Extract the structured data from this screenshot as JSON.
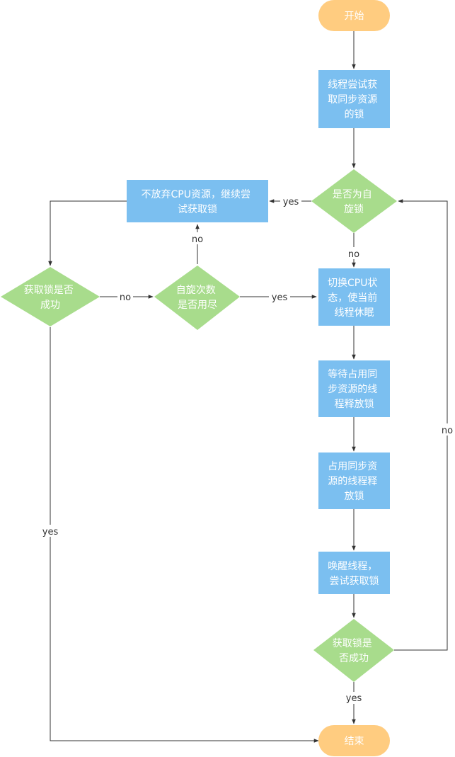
{
  "colors": {
    "terminal": "#FFCC80",
    "process": "#7BBFF0",
    "decision": "#A8DC8C",
    "line": "#333333",
    "node_text": "#FFFFFF",
    "edge_text": "#333333"
  },
  "nodes": {
    "start": "开始",
    "try_acquire": [
      "线程尝试获",
      "取同步资源",
      "的锁"
    ],
    "is_spin": [
      "是否为自",
      "旋锁"
    ],
    "keep_cpu": [
      "不放弃CPU资源，继续尝",
      "试获取锁"
    ],
    "acquire_ok_left": [
      "获取锁是否",
      "成功"
    ],
    "spin_exhausted": [
      "自旋次数",
      "是否用尽"
    ],
    "switch_cpu": [
      "切换CPU状",
      "态，使当前",
      "线程休眠"
    ],
    "wait_release": [
      "等待占用同",
      "步资源的线",
      "程释放锁"
    ],
    "holder_release": [
      "占用同步资",
      "源的线程释",
      "放锁"
    ],
    "wake_thread": [
      "唤醒线程，",
      "尝试获取锁"
    ],
    "acquire_ok_right": [
      "获取锁是",
      "否成功"
    ],
    "end": "结束"
  },
  "edges": {
    "is_spin_yes": "yes",
    "is_spin_no": "no",
    "spin_exhausted_no": "no",
    "acquire_left_no": "no",
    "spin_exhausted_yes": "yes",
    "acquire_left_yes": "yes",
    "acquire_right_no": "no",
    "acquire_right_yes": "yes"
  }
}
